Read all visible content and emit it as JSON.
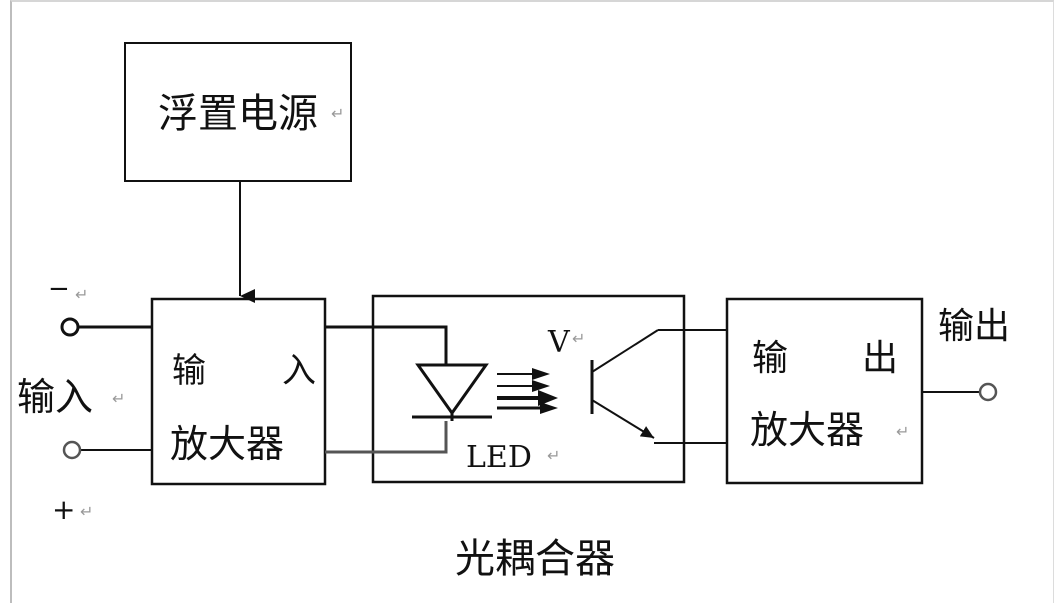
{
  "blocks": {
    "power": {
      "label": "浮置电源"
    },
    "input_amp": {
      "line1_left": "输",
      "line1_right": "入",
      "line2": "放大器"
    },
    "output_amp": {
      "line1_left": "输",
      "line1_right": "出",
      "line2": "放大器"
    }
  },
  "optocoupler": {
    "caption": "光耦合器",
    "led_label": "LED",
    "transistor_label": "V"
  },
  "terminals": {
    "minus": "−",
    "plus": "+",
    "input_label": "输入",
    "output_label": "输出"
  },
  "marks": {
    "return": "↵"
  }
}
